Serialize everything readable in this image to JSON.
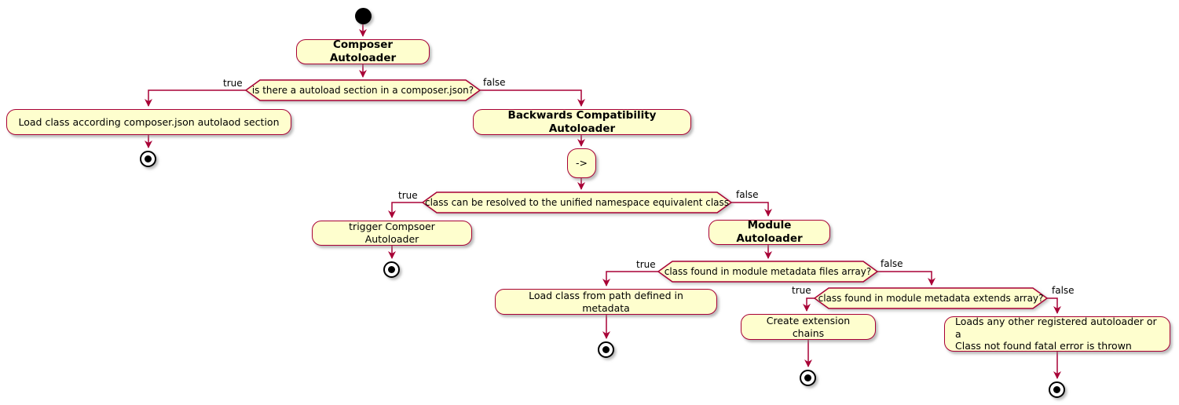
{
  "colors": {
    "node_fill": "#FEFECE",
    "node_border": "#A80036",
    "text_color": "#000000"
  },
  "nodes": {
    "composer_autoloader": {
      "label": "Composer Autoloader"
    },
    "load_composer_class": {
      "label": "Load class according composer.json autolaod section"
    },
    "backwards_autoloader": {
      "label": "Backwards Compatibility Autoloader"
    },
    "step": {
      "label": "->"
    },
    "trigger_composer": {
      "label": "trigger Compsoer Autoloader"
    },
    "module_autoloader": {
      "label": "Module Autoloader"
    },
    "load_from_metadata": {
      "label": "Load class from path defined in metadata"
    },
    "create_extension_chains": {
      "label": "Create extension chains"
    },
    "fallback_autoloader": {
      "label": "Loads any other registered autoloader or a\nClass not found fatal error is thrown"
    }
  },
  "decisions": {
    "autoload_section": {
      "label": "is there a autoload section in a composer.json?",
      "true_label": "true",
      "false_label": "false"
    },
    "unified_namespace": {
      "label": "class can be resolved to the unified namespace equivalent class",
      "true_label": "true",
      "false_label": "false"
    },
    "files_array": {
      "label": "class found in module metadata files array?",
      "true_label": "true",
      "false_label": "false"
    },
    "extends_array": {
      "label": "class found in module metadata extends array?",
      "true_label": "true",
      "false_label": "false"
    }
  }
}
